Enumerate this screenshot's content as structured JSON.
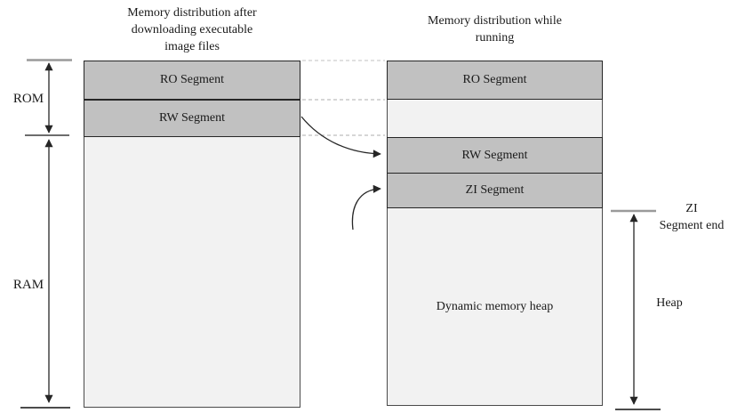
{
  "diagram": {
    "kind": "memory-layout-diagram",
    "background": "#ffffff"
  },
  "colors": {
    "segment_fill": "#c1c1c1",
    "free_fill": "#f2f2f2",
    "segment_border": "#262626",
    "column_border": "#4a4a4a",
    "arrow_line": "#262626",
    "gray_tick": "#9a9a9a",
    "black_tick": "#111111",
    "dashed_guide": "#c8c8c8",
    "text": "#1a1a1a"
  },
  "left_diagram": {
    "title_lines": [
      "Memory distribution after",
      "downloading executable",
      "image files"
    ],
    "ro_segment": "RO Segment",
    "rw_segment": "RW Segment"
  },
  "right_diagram": {
    "title_lines": [
      "Memory distribution while",
      "running"
    ],
    "ro_segment": "RO Segment",
    "rw_segment": "RW Segment",
    "zi_segment": "ZI Segment",
    "heap_area": "Dynamic memory heap"
  },
  "annotations": {
    "rom": "ROM",
    "ram": "RAM",
    "zi_segment_end_lines": [
      "ZI",
      "Segment end"
    ],
    "heap": "Heap"
  }
}
